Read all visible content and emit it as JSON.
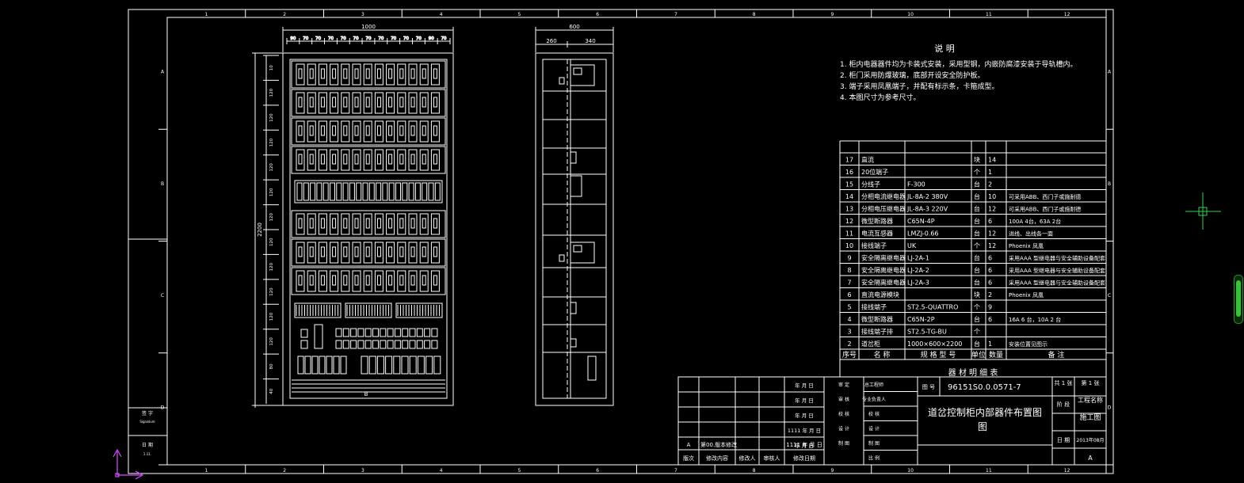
{
  "colors": {
    "background": "#000000",
    "line": "#ffffff",
    "cursor": "#2fd34a",
    "ucs": "#d44cff",
    "scroll": "#3cbf3c"
  },
  "icons": {
    "cursor": "crosshair-icon",
    "ucs": "ucs-axis-icon"
  },
  "front_view": {
    "dim_width": "1000",
    "dim_cols": [
      "90",
      "70",
      "70",
      "70",
      "70",
      "70",
      "70",
      "70",
      "70",
      "70",
      "70",
      "90",
      "70"
    ],
    "dim_height": "2200",
    "row_dims": [
      "10",
      "120",
      "120",
      "120",
      "120",
      "120",
      "120",
      "120",
      "120",
      "120",
      "120",
      "120",
      "80",
      "40"
    ],
    "bottom_mark": "B"
  },
  "side_view": {
    "dim_width": "600",
    "dim_left": "260",
    "dim_right": "340"
  },
  "notes": {
    "title": "说 明",
    "items": [
      "1. 柜内电器器件均为卡装式安装，采用型钢，内嵌防腐漆安装于导轨槽内。",
      "2. 柜门采用防爆玻璃，底部开设安全防护板。",
      "3. 端子采用凤凰端子，并配有标示条，卡箍成型。",
      "4. 本图尺寸为参考尺寸。"
    ]
  },
  "parts_table": {
    "headers": [
      "序号",
      "名 称",
      "规 格 型 号",
      "单位",
      "数量",
      "备 注"
    ],
    "footer": "器 材 明 细 表",
    "rows": [
      [
        "17",
        "直流",
        "",
        "块",
        "14",
        ""
      ],
      [
        "16",
        "20位端子",
        "",
        "个",
        "1",
        ""
      ],
      [
        "15",
        "分线子",
        "F-300",
        "台",
        "2",
        ""
      ],
      [
        "14",
        "分相电流继电器",
        "JL-8A-2    380V",
        "台",
        "10",
        "可采用ABB、西门子或施耐德"
      ],
      [
        "13",
        "分相电压继电器",
        "JL-8A-3    220V",
        "台",
        "12",
        "可采用ABB、西门子或施耐德"
      ],
      [
        "12",
        "微型断路器",
        "C65N-4P",
        "台",
        "6",
        "100A 4台，63A 2台"
      ],
      [
        "11",
        "电流互感器",
        "LMZJ-0.66",
        "台",
        "12",
        "进线、出线各一面"
      ],
      [
        "10",
        "接线端子",
        "UK",
        "个",
        "12",
        "Phoenix 凤凰"
      ],
      [
        "9",
        "安全隔离继电器",
        "LJ-2A-1",
        "台",
        "6",
        "采用AAA 型继电器与安全辅助设备配套"
      ],
      [
        "8",
        "安全隔离继电器",
        "LJ-2A-2",
        "台",
        "6",
        "采用AAA 型继电器与安全辅助设备配套"
      ],
      [
        "7",
        "安全隔离继电器",
        "LJ-2A-3",
        "台",
        "6",
        "采用AAA 型继电器与安全辅助设备配套"
      ],
      [
        "6",
        "直流电源模块",
        "",
        "块",
        "2",
        "Phoenix 凤凰"
      ],
      [
        "5",
        "接线端子",
        "ST2.5-QUATTRO",
        "个",
        "9",
        ""
      ],
      [
        "4",
        "微型断路器",
        "C65N-2P",
        "台",
        "6",
        "16A 6 台，10A 2 台"
      ],
      [
        "3",
        "接线端子排",
        "ST2.5-TG-BU",
        "个",
        "",
        ""
      ],
      [
        "2",
        "道岔柜",
        "1000×600×2200",
        "台",
        "1",
        "安装位置见图示"
      ]
    ]
  },
  "title_block": {
    "drawing_no_label": "图 号",
    "drawing_no": "96151S0.0.0571-7",
    "title": "道岔控制柜内部器件布置图",
    "subtitle": "图",
    "stage_label": "阶 段",
    "stage_value": "施工图",
    "sheet_label": "共 1 张",
    "sheet_label2": "第 1 张",
    "project_value": "工程名称",
    "date_label": "日 期",
    "date_value": "2013年08月",
    "version": "A",
    "rev_row": [
      "A",
      "第00.版本修改",
      "",
      "",
      "",
      "1111 年 月 日"
    ],
    "bottom_labels": [
      "版次",
      "修改内容",
      "修改人",
      "审核人",
      "修改日期"
    ],
    "sign_labels": [
      "审 定",
      "审 核",
      "校 核",
      "设 计",
      "制 图"
    ],
    "sign_dates": [
      "年 月 日",
      "年 月 日",
      "年 月 日",
      "1111 年 月 日",
      "年 月 日"
    ],
    "role_labels": [
      "总工程师",
      "专业负责人",
      "校 核",
      "设 计",
      "制 图",
      "比 例"
    ]
  },
  "left_strip": {
    "top_label": "签 字",
    "top_sub": "Signature",
    "bottom_label": "日 期",
    "bottom_sub": "1.11."
  },
  "grid_top": [
    "1",
    "2",
    "3",
    "4",
    "5",
    "6",
    "7",
    "8",
    "9",
    "10",
    "11",
    "12"
  ],
  "grid_side": [
    "A",
    "B",
    "C",
    "D"
  ]
}
